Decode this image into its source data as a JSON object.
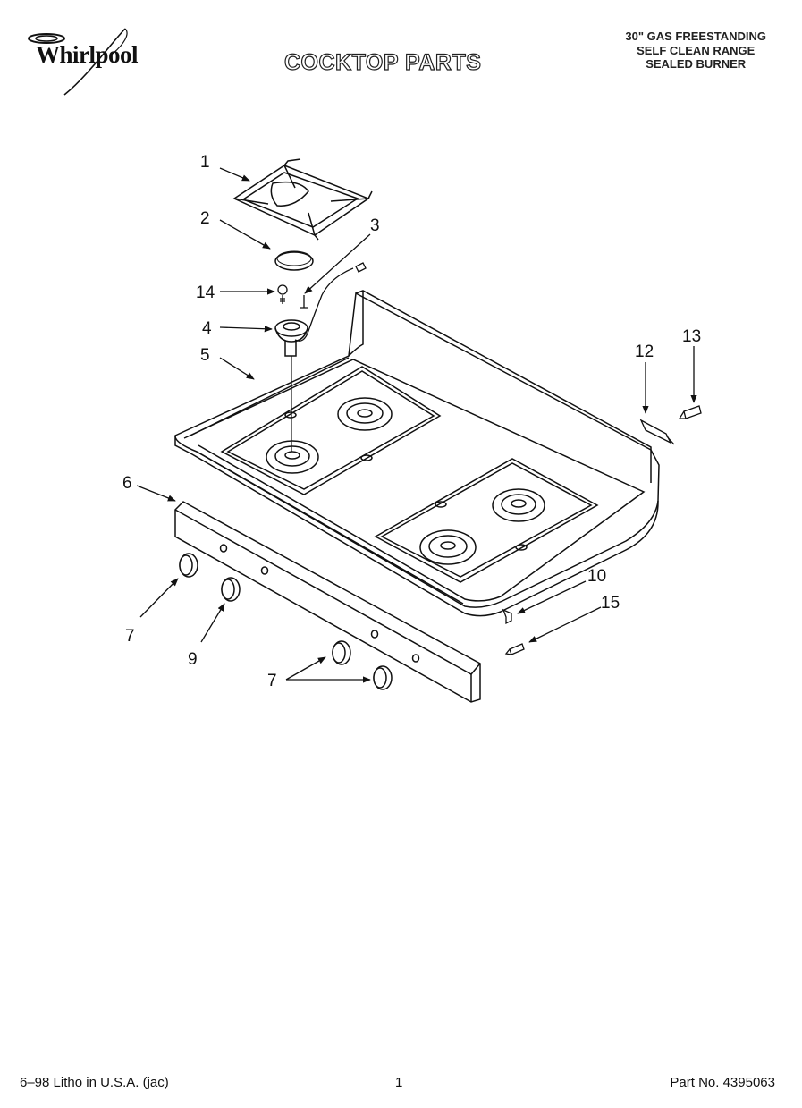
{
  "header": {
    "brand": "Whirlpool",
    "title": "COCKTOP PARTS",
    "model_lines": [
      "30\" GAS FREESTANDING",
      "SELF CLEAN RANGE",
      "SEALED BURNER"
    ]
  },
  "callouts": {
    "c1": "1",
    "c2": "2",
    "c3": "3",
    "c14": "14",
    "c4": "4",
    "c5": "5",
    "c6": "6",
    "c7a": "7",
    "c9": "9",
    "c7b": "7",
    "c12": "12",
    "c13": "13",
    "c10": "10",
    "c15": "15"
  },
  "footer": {
    "print_info": "6–98 Litho in U.S.A. (jac)",
    "page_number": "1",
    "part_number": "Part No. 4395063"
  }
}
